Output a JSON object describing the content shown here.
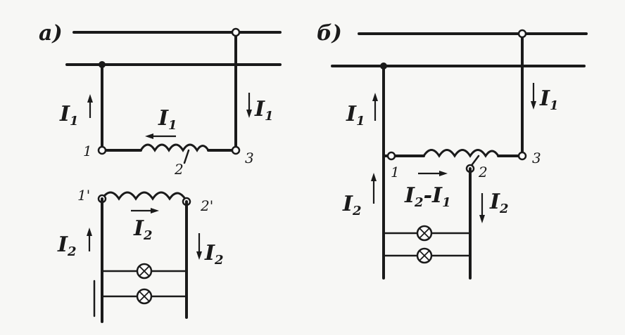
{
  "panels": {
    "a": {
      "label": "a)",
      "current_primary": "I",
      "current_primary_sub": "1",
      "current_secondary": "I",
      "current_secondary_sub": "2",
      "node_1": "1",
      "node_2": "2",
      "node_3": "3",
      "node_1p": "1'",
      "node_2p": "2'"
    },
    "b": {
      "label": "б)",
      "current_primary": "I",
      "current_primary_sub": "1",
      "current_secondary": "I",
      "current_secondary_sub": "2",
      "diff_label": "I",
      "diff_sub_a": "2",
      "diff_minus": "-",
      "diff_label_b": "I",
      "diff_sub_b": "1",
      "node_1": "1",
      "node_2": "2",
      "node_3": "3"
    }
  }
}
